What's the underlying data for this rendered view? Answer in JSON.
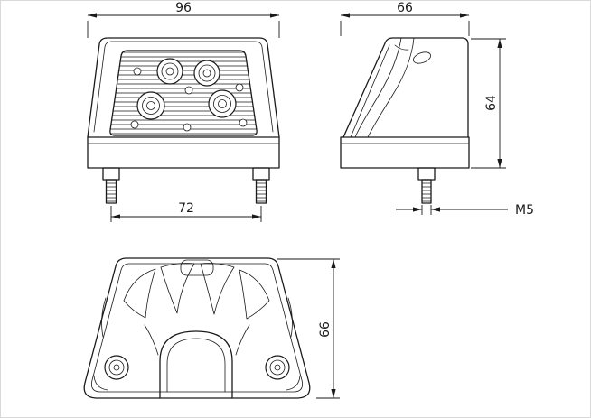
{
  "drawing": {
    "type": "technical-drawing-three-views",
    "subject": "lamp-with-mounting-studs",
    "ink_color": "#1a1a1a",
    "background_color": "#ffffff",
    "views": {
      "front": {
        "overall_width": "96",
        "stud_spacing": "72"
      },
      "side": {
        "depth": "66",
        "height": "64",
        "stud_thread": "M5"
      },
      "bottom": {
        "depth": "66"
      }
    }
  }
}
